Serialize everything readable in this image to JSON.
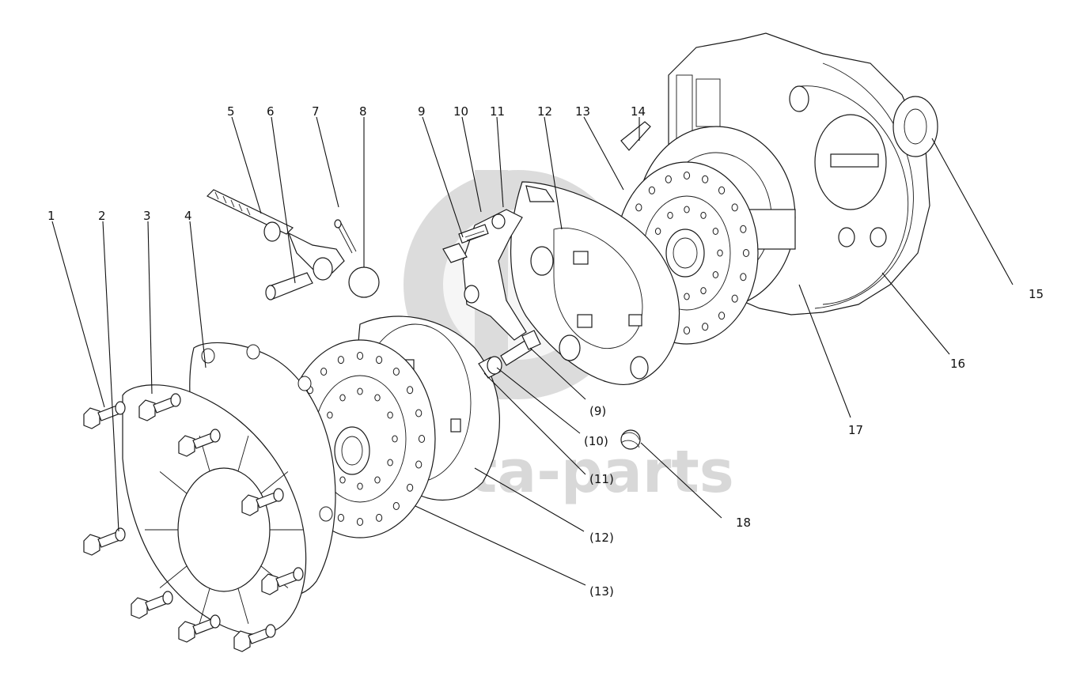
{
  "watermark": {
    "text": "data-parts"
  },
  "labels": [
    {
      "id": "1",
      "text": "1"
    },
    {
      "id": "2",
      "text": "2"
    },
    {
      "id": "3",
      "text": "3"
    },
    {
      "id": "4",
      "text": "4"
    },
    {
      "id": "5",
      "text": "5"
    },
    {
      "id": "6",
      "text": "6"
    },
    {
      "id": "7",
      "text": "7"
    },
    {
      "id": "8",
      "text": "8"
    },
    {
      "id": "9",
      "text": "9"
    },
    {
      "id": "10",
      "text": "10"
    },
    {
      "id": "11",
      "text": "11"
    },
    {
      "id": "12",
      "text": "12"
    },
    {
      "id": "13",
      "text": "13"
    },
    {
      "id": "14",
      "text": "14"
    },
    {
      "id": "15",
      "text": "15"
    },
    {
      "id": "16",
      "text": "16"
    },
    {
      "id": "17",
      "text": "17"
    },
    {
      "id": "18",
      "text": "18"
    },
    {
      "id": "9b",
      "text": "(9)"
    },
    {
      "id": "10b",
      "text": "(10)"
    },
    {
      "id": "11b",
      "text": "(11)"
    },
    {
      "id": "12b",
      "text": "(12)"
    },
    {
      "id": "13b",
      "text": "(13)"
    }
  ]
}
